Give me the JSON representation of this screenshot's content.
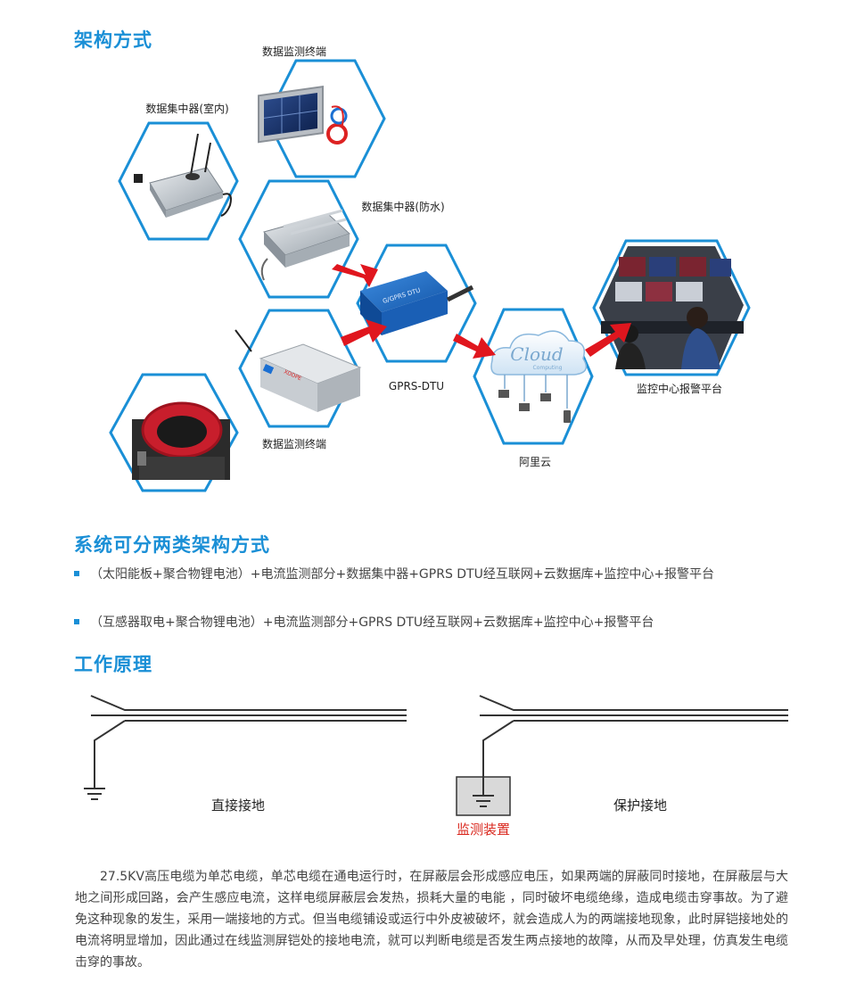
{
  "sections": {
    "architecture_title": "架构方式",
    "system_title": "系统可分两类架构方式",
    "principle_title": "工作原理"
  },
  "architecture": {
    "nodes": {
      "monitor_terminal_top": "数据监测终端",
      "concentrator_indoor": "数据集中器(室内)",
      "concentrator_waterproof": "数据集中器(防水)",
      "gprs_dtu": "GPRS-DTU",
      "aliyun": "阿里云",
      "monitor_center": "监控中心报警平台",
      "monitor_terminal_bottom": "数据监测终端"
    },
    "cloud_text": "Cloud",
    "cloud_subtext": "Computing",
    "colors": {
      "hex_border": "#1a8fd6",
      "arrow": "#e0161e",
      "title": "#1a8fd6"
    }
  },
  "system_types": [
    "（太阳能板+聚合物锂电池）+电流监测部分+数据集中器+GPRS DTU经互联网+云数据库+监控中心+报警平台",
    "（互感器取电+聚合物锂电池）+电流监测部分+GPRS DTU经互联网+云数据库+监控中心+报警平台"
  ],
  "principle": {
    "direct_ground": "直接接地",
    "protected_ground": "保护接地",
    "monitor_device": "监测装置"
  },
  "paragraph": "27.5KV高压电缆为单芯电缆，单芯电缆在通电运行时，在屏蔽层会形成感应电压，如果两端的屏蔽同时接地，在屏蔽层与大地之间形成回路，会产生感应电流，这样电缆屏蔽层会发热，损耗大量的电能 ，同时破坏电缆绝缘，造成电缆击穿事故。为了避免这种现象的发生，采用一端接地的方式。但当电缆铺设或运行中外皮被破坏，就会造成人为的两端接地现象，此时屏铠接地处的电流将明显增加，因此通过在线监测屏铠处的接地电流，就可以判断电缆是否发生两点接地的故障，从而及早处理，仿真发生电缆击穿的事故。"
}
